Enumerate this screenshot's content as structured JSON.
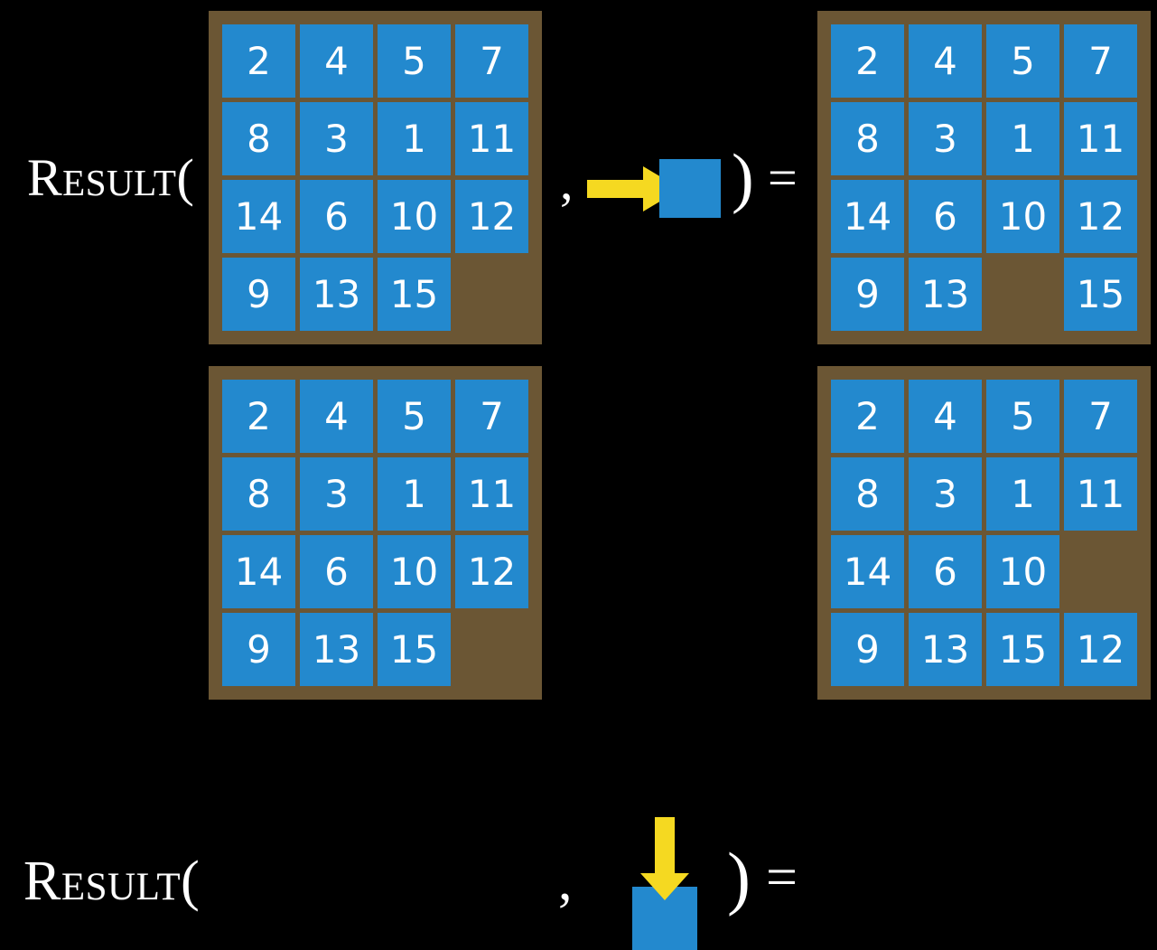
{
  "theme": {
    "background": "#000000",
    "board_color": "#6b5634",
    "tile_color": "#2389ce",
    "tile_text_color": "#ffffff",
    "arrow_color": "#f5d921",
    "label_color": "#ffffff"
  },
  "rows": [
    {
      "id": "row-1",
      "label": "Result(",
      "comma": ",",
      "close_paren": ")",
      "equals": "=",
      "action": {
        "name": "move-right",
        "arrow_icon": "arrow-right-icon",
        "direction": "right"
      },
      "input_board": {
        "name": "input-board",
        "grid": [
          [
            "2",
            "4",
            "5",
            "7"
          ],
          [
            "8",
            "3",
            "1",
            "11"
          ],
          [
            "14",
            "6",
            "10",
            "12"
          ],
          [
            "9",
            "13",
            "15",
            ""
          ]
        ]
      },
      "output_board": {
        "name": "output-board",
        "grid": [
          [
            "2",
            "4",
            "5",
            "7"
          ],
          [
            "8",
            "3",
            "1",
            "11"
          ],
          [
            "14",
            "6",
            "10",
            "12"
          ],
          [
            "9",
            "13",
            "",
            "15"
          ]
        ]
      }
    },
    {
      "id": "row-2",
      "label": "Result(",
      "comma": ",",
      "close_paren": ")",
      "equals": "=",
      "action": {
        "name": "move-down",
        "arrow_icon": "arrow-down-icon",
        "direction": "down"
      },
      "input_board": {
        "name": "input-board",
        "grid": [
          [
            "2",
            "4",
            "5",
            "7"
          ],
          [
            "8",
            "3",
            "1",
            "11"
          ],
          [
            "14",
            "6",
            "10",
            "12"
          ],
          [
            "9",
            "13",
            "15",
            ""
          ]
        ]
      },
      "output_board": {
        "name": "output-board",
        "grid": [
          [
            "2",
            "4",
            "5",
            "7"
          ],
          [
            "8",
            "3",
            "1",
            "11"
          ],
          [
            "14",
            "6",
            "10",
            ""
          ],
          [
            "9",
            "13",
            "15",
            "12"
          ]
        ]
      }
    }
  ]
}
